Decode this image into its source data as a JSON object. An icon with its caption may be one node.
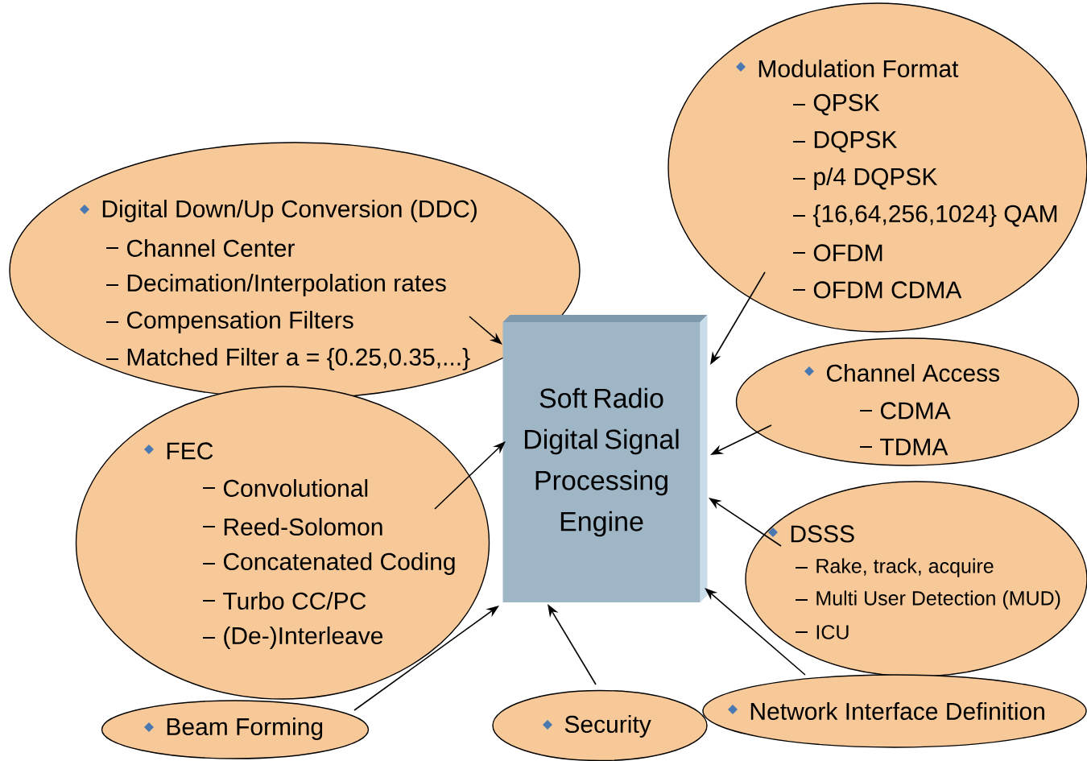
{
  "diagram": {
    "nodes": [
      {
        "text": [
          "Modulation Format",
          "QPSK",
          "DQPSK",
          "p/4 DQPSK",
          "{16,64,256,1024} QAM",
          "OFDM",
          "OFDM CDMA"
        ]
      },
      {
        "text": [
          "Digital Down/Up Conversion (DDC)",
          "Channel Center",
          "Decimation/Interpolation rates",
          "Compensation Filters",
          "Matched Filter a = {0.25,0.35,...}"
        ]
      },
      {
        "text": [
          "Soft Radio Digital Signal Processing Engine"
        ]
      },
      {
        "text": [
          "Channel Access",
          "CDMA",
          "TDMA"
        ]
      },
      {
        "text": [
          "FEC",
          "Convolutional",
          "Reed-Solomon",
          "Concatenated Coding",
          "Turbo CC/PC",
          "(De-)Interleave"
        ]
      },
      {
        "text": [
          "DSSS",
          "Rake, track, acquire",
          "Multi User Detection (MUD)",
          "ICU"
        ]
      },
      {
        "text": [
          "Beam Forming"
        ]
      },
      {
        "text": [
          "Security"
        ]
      },
      {
        "text": [
          "Network Interface Definition"
        ]
      }
    ],
    "edges": [
      {
        "from": 0,
        "to": 2,
        "arrow": "to"
      },
      {
        "from": 1,
        "to": 2,
        "arrow": "to"
      },
      {
        "from": 3,
        "to": 2,
        "arrow": "to"
      },
      {
        "from": 4,
        "to": 2,
        "arrow": "to"
      },
      {
        "from": 5,
        "to": 2,
        "arrow": "to"
      },
      {
        "from": 6,
        "to": 2,
        "arrow": "to"
      },
      {
        "from": 7,
        "to": 2,
        "arrow": "to"
      },
      {
        "from": 8,
        "to": 2,
        "arrow": "to"
      }
    ]
  }
}
